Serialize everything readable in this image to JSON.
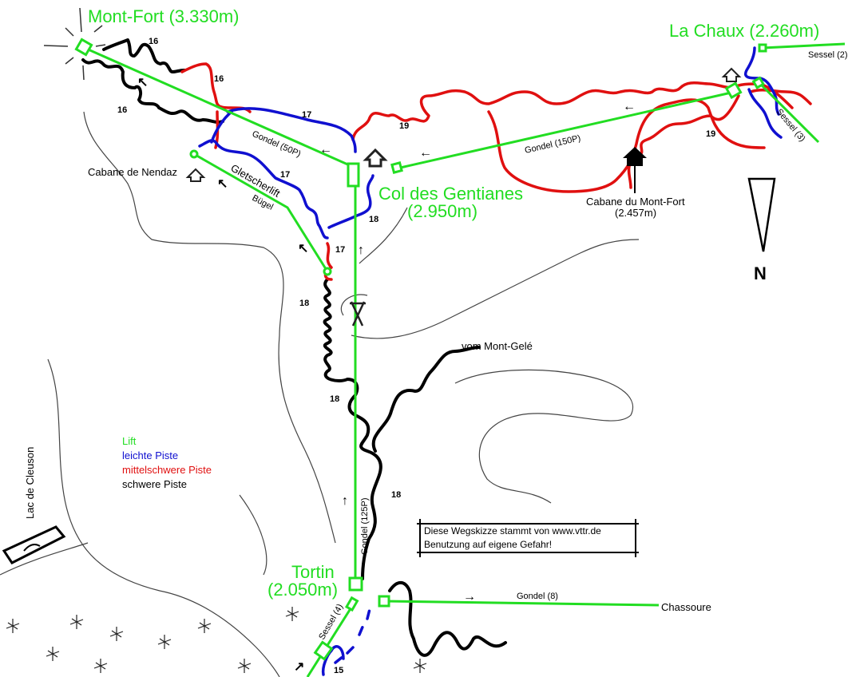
{
  "places": {
    "mont_fort": "Mont-Fort (3.330m)",
    "la_chaux": "La Chaux (2.260m)",
    "col_line1": "Col des Gentianes",
    "col_line2": "(2.950m)",
    "tortin_line1": "Tortin",
    "tortin_line2": "(2.050m)",
    "cabane_nendaz": "Cabane de Nendaz",
    "cabane_mont_fort_line1": "Cabane du Mont-Fort",
    "cabane_mont_fort_line2": "(2.457m)",
    "mont_gele": "vom Mont-Gelé",
    "chassoure": "Chassoure",
    "lac": "Lac de Cleuson"
  },
  "lifts": {
    "gondel_50": "Gondel (50P)",
    "gondel_150": "Gondel (150P)",
    "gondel_125": "Gondel (125P)",
    "gondel_8": "Gondel (8)",
    "gletscherlift": "Gletscherlift",
    "buegel": "Bügel",
    "sessel_2": "Sessel (2)",
    "sessel_3": "Sessel (3)",
    "sessel_4": "Sessel (4)"
  },
  "piste_numbers": {
    "p15": "15",
    "p16": "16",
    "p17": "17",
    "p18": "18",
    "p19": "19"
  },
  "legend": {
    "lift": "Lift",
    "easy": "leichte Piste",
    "medium": "mittelschwere Piste",
    "hard": "schwere Piste"
  },
  "colors": {
    "lift": "#22dd22",
    "easy": "#1010d0",
    "medium": "#e01010",
    "hard": "#000000"
  },
  "notice": {
    "line1": "Diese Wegskizze stammt von www.vttr.de",
    "line2": "Benutzung auf eigene Gefahr!"
  },
  "compass": {
    "north": "N"
  }
}
